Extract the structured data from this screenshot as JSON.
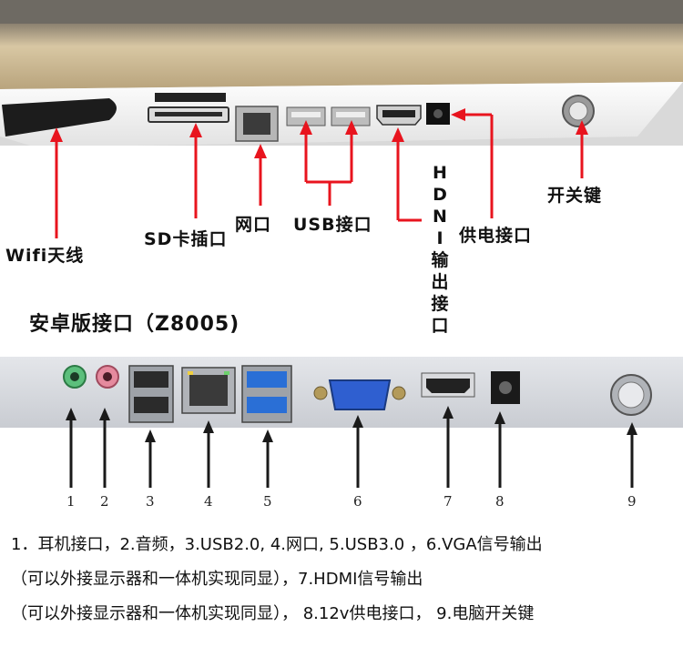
{
  "top_section": {
    "labels": {
      "wifi": "Wifi天线",
      "sd": "SD卡插口",
      "lan": "网口",
      "usb": "USB接口",
      "hdmi": "HDNI输出接口",
      "power": "供电接口",
      "switch": "开关键"
    }
  },
  "title": "安卓版接口（Z8005)",
  "bottom_section": {
    "numbers": [
      "1",
      "2",
      "3",
      "4",
      "5",
      "6",
      "7",
      "8",
      "9"
    ]
  },
  "description_lines": [
    "1．耳机接口，2.音频，3.USB2.0, 4.网口, 5.USB3.0 ，6.VGA信号输出",
    "（可以外接显示器和一体机实现同显），7.HDMI信号输出",
    "（可以外接显示器和一体机实现同显）， 8.12v供电接口， 9.电脑开关键"
  ],
  "colors": {
    "arrow": "#e8141e",
    "housing_top": "#c9b58e",
    "panel_white": "#f1f1f1",
    "panel_grey": "#d6d8dc",
    "vga_blue": "#2f5fd0",
    "usb3_blue": "#2a6fd6"
  }
}
